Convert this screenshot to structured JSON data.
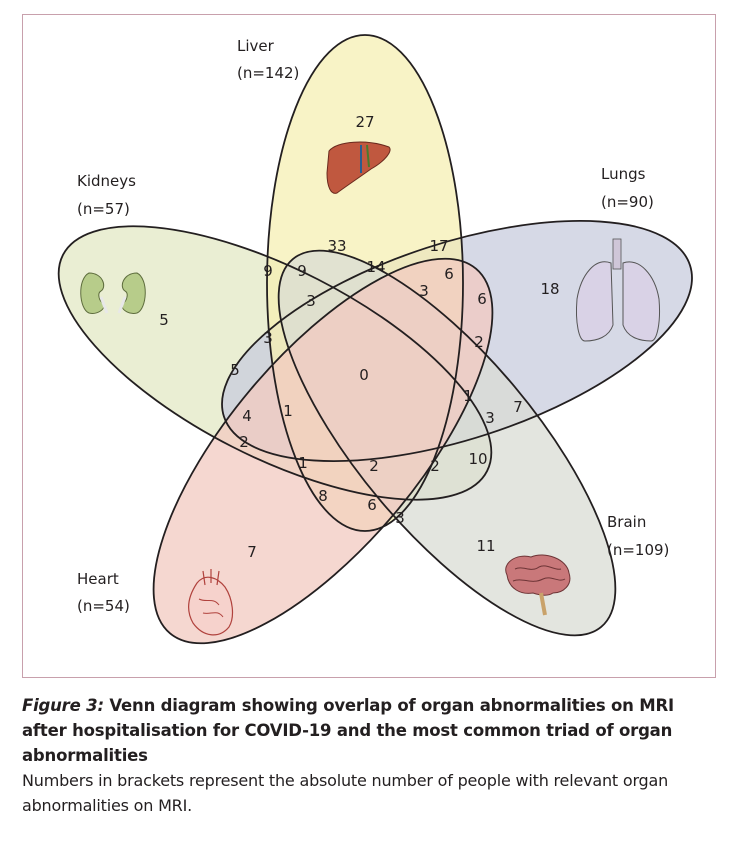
{
  "sets": {
    "liver": {
      "name": "Liver",
      "count": "(n=142)",
      "fill": "#f6efb3",
      "icon": "liver-icon"
    },
    "kidneys": {
      "name": "Kidneys",
      "count": "(n=57)",
      "fill": "#e3e8c4",
      "icon": "kidneys-icon"
    },
    "lungs": {
      "name": "Lungs",
      "count": "(n=90)",
      "fill": "#c8ccdd",
      "icon": "lungs-icon"
    },
    "brain": {
      "name": "Brain",
      "count": "(n=109)",
      "fill": "#d9dcd4",
      "icon": "brain-icon"
    },
    "heart": {
      "name": "Heart",
      "count": "(n=54)",
      "fill": "#f1c9c0",
      "icon": "heart-icon"
    }
  },
  "region_counts": {
    "liver_only": "27",
    "kidneys_only": "5",
    "lungs_only": "18",
    "brain_only": "11",
    "heart_only": "7",
    "liver_lungs": "17",
    "liver_kidneys_a": "9",
    "liver_kidneys_b": "9",
    "liver_lungs_kidneys": "33",
    "r_14": "14",
    "r_6a": "6",
    "r_6b": "6",
    "r_3a": "3",
    "r_3b": "3",
    "r_3c": "3",
    "r_2a": "2",
    "r_2b": "2",
    "r_2c": "2",
    "r_2d": "2",
    "r_5": "5",
    "r_4": "4",
    "r_1a": "1",
    "r_1b": "1",
    "r_1c": "1",
    "all_five": "0",
    "r_7": "7",
    "r_3d": "3",
    "r_10": "10",
    "r_8": "8",
    "r_6c": "6",
    "r_3e": "3"
  },
  "caption": {
    "figure_label": "Figure 3:",
    "title": "Venn diagram showing overlap of organ abnormalities on MRI after hospitalisation for COVID-19 and the most common triad of organ abnormalities",
    "body": "Numbers in brackets represent the absolute number of people with relevant organ abnormalities on MRI."
  }
}
